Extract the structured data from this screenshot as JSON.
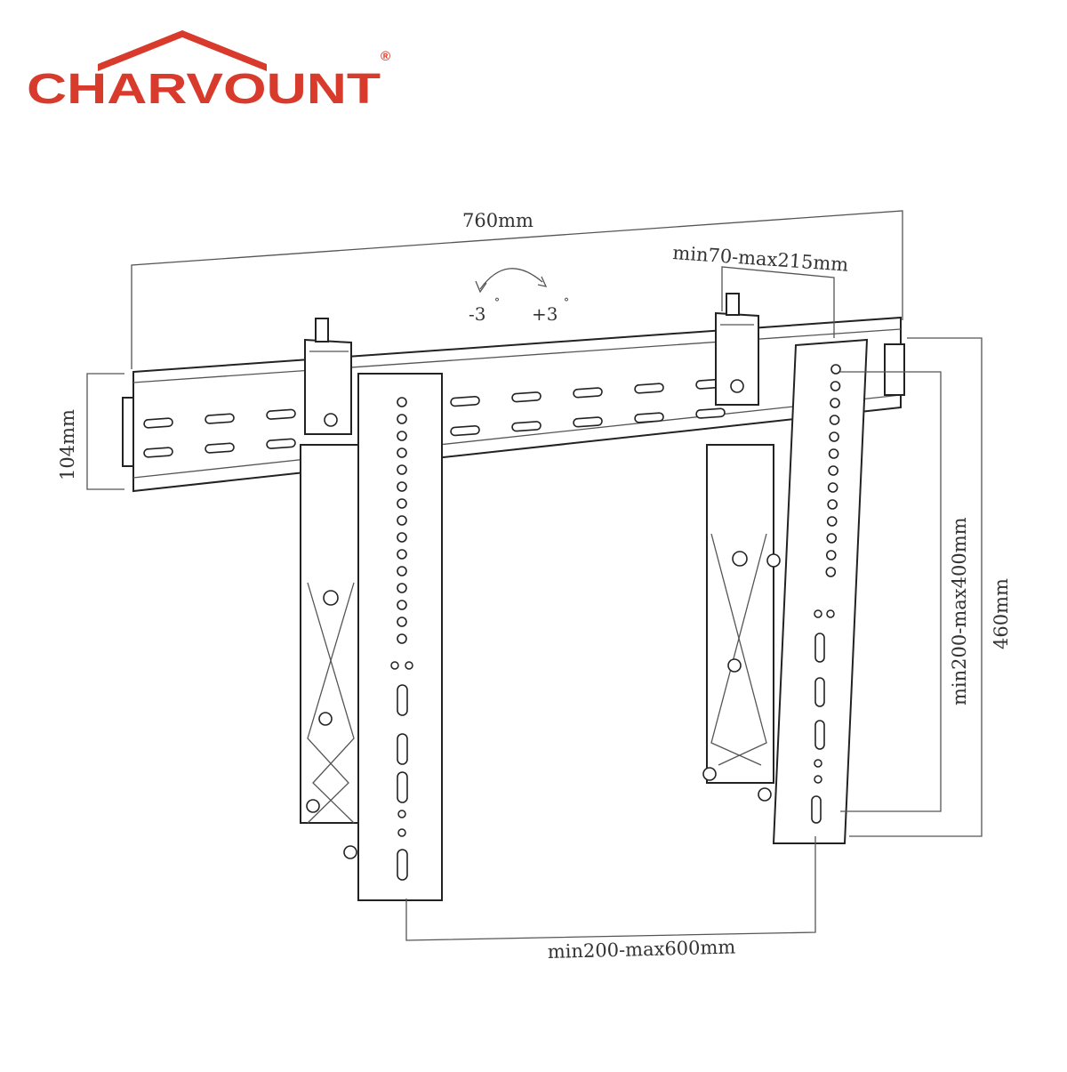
{
  "brand": {
    "name": "CHARVOUNT",
    "registered_mark": "®",
    "color": "#d83a2b"
  },
  "dimensions": {
    "overall_width": "760mm",
    "rail_height": "104mm",
    "bracket_spacing": "min70-max215mm",
    "vertical_spacing": "min200-max400mm",
    "bracket_height": "460mm",
    "horizontal_spacing": "min200-max600mm"
  },
  "tilt": {
    "minus": "-3",
    "plus": "+3",
    "degree_mark": "°"
  },
  "colors": {
    "line": "#222222",
    "dimension_line": "#555555",
    "text": "#333333"
  }
}
